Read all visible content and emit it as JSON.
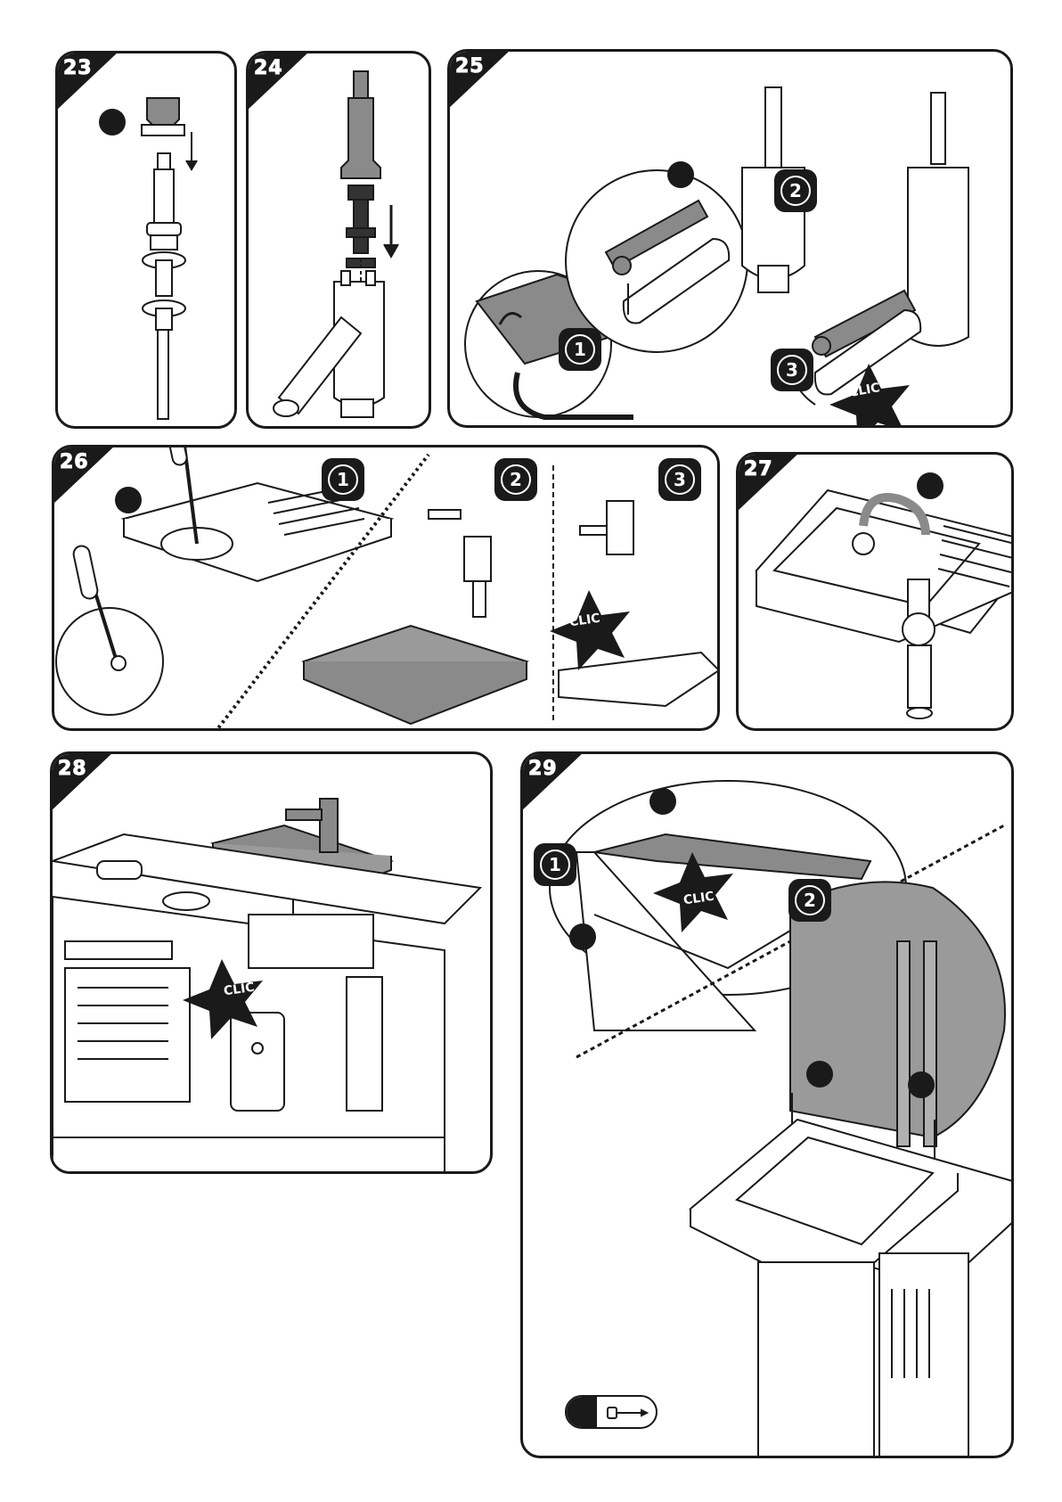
{
  "steps": {
    "s23": "23",
    "s24": "24",
    "s25": "25",
    "s26": "26",
    "s27": "27",
    "s28": "28",
    "s29": "29"
  },
  "badges": {
    "b25_1": "1",
    "b25_2": "2",
    "b25_3": "3",
    "b26_1": "1",
    "b26_2": "2",
    "b26_3": "3",
    "b29_1": "1",
    "b29_2": "2"
  },
  "clic_label": "CLIC",
  "icons": [
    "screw-icon",
    "screwdriver-icon",
    "arrow-icon",
    "star-burst-icon"
  ],
  "colors": {
    "ink": "#1a1a1a",
    "part_gray": "#8a8a8a",
    "panel_gray": "#9a9a9a"
  }
}
